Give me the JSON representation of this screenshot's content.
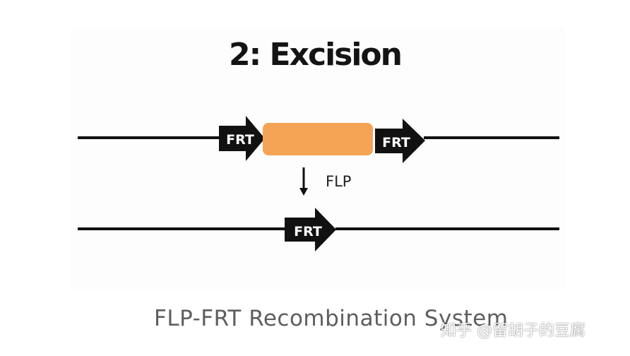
{
  "title": "2: Excision",
  "diagram": {
    "top_construct": {
      "left_site_label": "FRT",
      "right_site_label": "FRT"
    },
    "enzyme_label": "FLP",
    "bottom_construct": {
      "site_label": "FRT"
    }
  },
  "caption": "FLP-FRT Recombination System",
  "watermark": "知乎 @留胡子的豆腐",
  "colors": {
    "gene_segment": "#f5a455",
    "line": "#111111",
    "arrow": "#111111",
    "arrow_text": "#ffffff",
    "caption": "#5e5e5e"
  }
}
